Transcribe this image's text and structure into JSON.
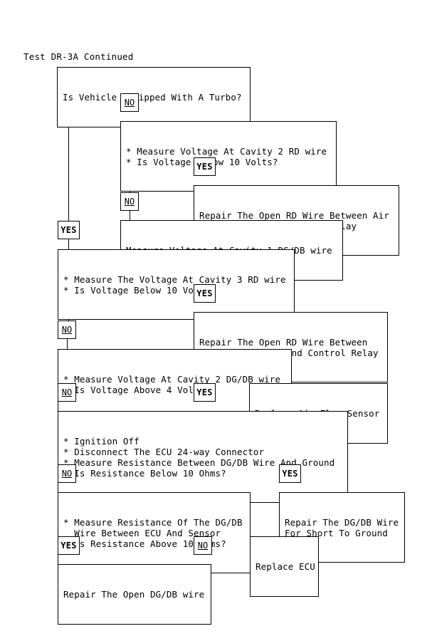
{
  "document": {
    "title": "Test DR-3A Continued",
    "type": "automotive diagnostic flowchart"
  },
  "labels": {
    "yes": "YES",
    "no": "NO"
  },
  "nodes": {
    "q_turbo": "Is Vehicle Equipped With A Turbo?",
    "q_cavity2_rd_l1": "* Measure Voltage At Cavity 2 RD wire",
    "q_cavity2_rd_l2": "* Is Voltage Below 10 Volts?",
    "repair_rd_air_l1": "Repair The Open RD Wire Between Air",
    "repair_rd_air_l2": "Flow Sensor And Control Relay",
    "measure_cavity1": "Measure Voltage At Cavity 1 DG/DB wire",
    "q_cavity3_rd_l1": "* Measure The Voltage At Cavity 3 RD wire",
    "q_cavity3_rd_l2": "* Is Voltage Below 10 Volts?",
    "repair_rd_air2_l1": "Repair The Open RD Wire Between",
    "repair_rd_air2_l2": "Air Flow Sensor And Control Relay",
    "q_cavity2_dgdb_l1": "* Measure Voltage At Cavity 2 DG/DB wire",
    "q_cavity2_dgdb_l2": "* Is Voltage Above 4 Volts?",
    "replace_sensor": "Replace Air Flow Sensor",
    "q_resistance_gnd_l1": "* Ignition Off",
    "q_resistance_gnd_l2": "* Disconnect The ECU 24-way Connector",
    "q_resistance_gnd_l3": "* Measure Resistance Between DG/DB Wire And Ground",
    "q_resistance_gnd_l4": "* Is Resistance Below 10 Ohms?",
    "repair_dgdb_short_l1": "Repair The DG/DB Wire",
    "repair_dgdb_short_l2": "For Short To Ground",
    "q_resistance_ecu_l1": "* Measure Resistance Of The DG/DB",
    "q_resistance_ecu_l2": "  Wire Between ECU And Sensor",
    "q_resistance_ecu_l3": "* Is Resistance Above 10 Ohms?",
    "replace_ecu": "Replace ECU",
    "repair_open_dgdb": "Repair The Open DG/DB wire"
  },
  "colors": {
    "background": "#ffffff",
    "stroke": "#000000",
    "text": "#000000"
  }
}
